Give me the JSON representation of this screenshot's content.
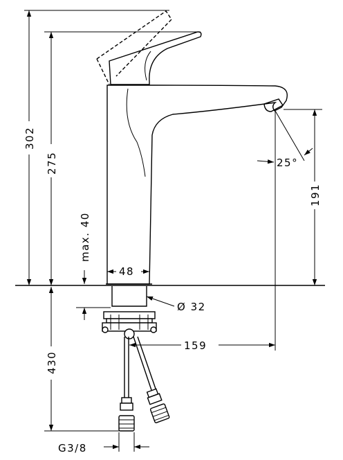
{
  "dimensions": {
    "total_height": "302",
    "body_height": "275",
    "max_thickness": "max. 40",
    "base_diameter": "48",
    "thread_diameter": "Ø 32",
    "spout_angle": "25°",
    "spout_height": "191",
    "spout_reach": "159",
    "hose_length": "430",
    "connection": "G3/8"
  }
}
